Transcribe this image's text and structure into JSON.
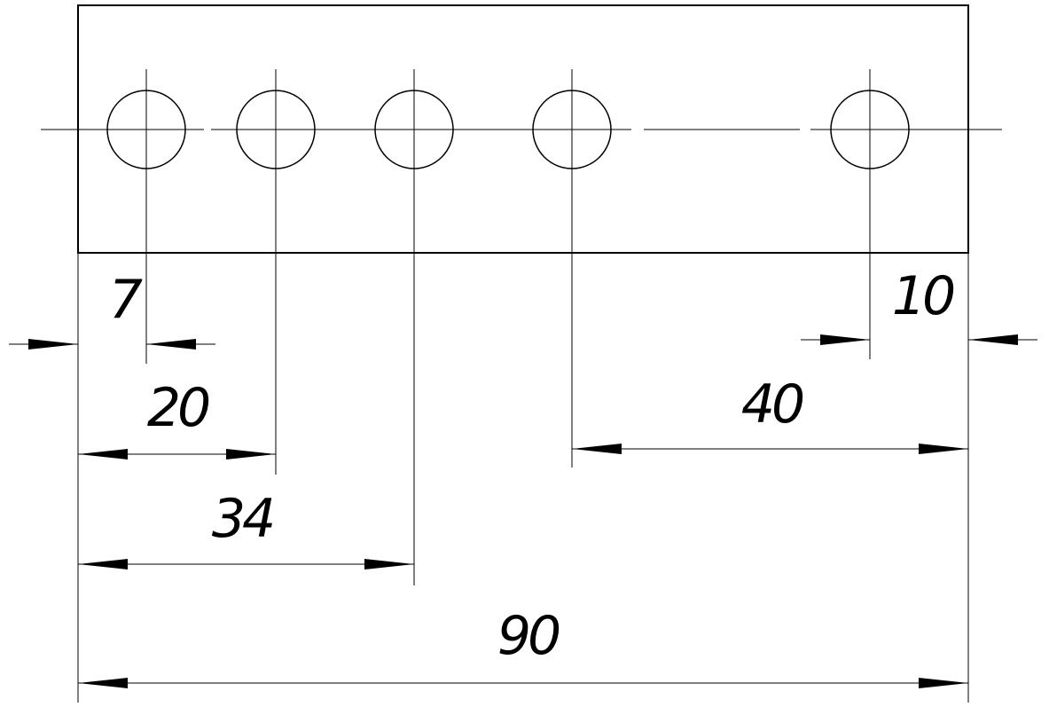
{
  "dimensions": {
    "d7": "7",
    "d10": "10",
    "d20": "20",
    "d34": "34",
    "d40": "40",
    "d90": "90"
  },
  "holes": 5
}
